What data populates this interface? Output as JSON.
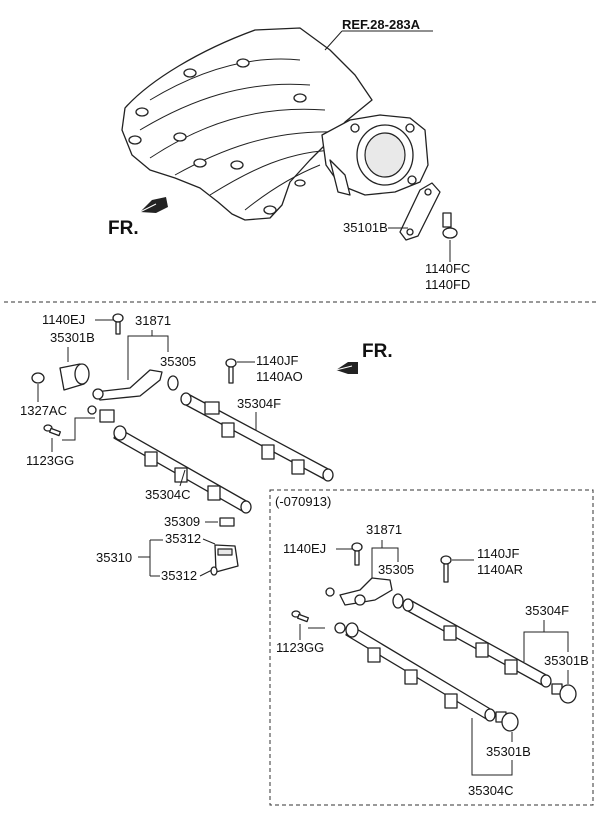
{
  "diagram": {
    "ref_label": "REF.28-283A",
    "fr_label": "FR.",
    "divider": "dashed",
    "inset_note": "(-070913)",
    "top_section": {
      "bracket": "35101B",
      "bolt_a": "1140FC",
      "bolt_b": "1140FD"
    },
    "left_section": {
      "bolt_ej": "1140EJ",
      "pipe": "31871",
      "regulator": "35301B",
      "oring": "35305",
      "bolt_jf": "1140JF",
      "bolt_ao": "1140AO",
      "nut": "1327AC",
      "bolt_gg": "1123GG",
      "rail_f": "35304F",
      "rail_c": "35304C",
      "clip": "35309",
      "injector_assy": "35310",
      "injector_seal_top": "35312",
      "injector_seal_bottom": "35312"
    },
    "inset_section": {
      "bolt_ej": "1140EJ",
      "pipe": "31871",
      "oring": "35305",
      "bolt_jf": "1140JF",
      "bolt_ar": "1140AR",
      "bolt_gg": "1123GG",
      "rail_f": "35304F",
      "plug_f": "35301B",
      "plug_c": "35301B",
      "rail_c": "35304C"
    },
    "colors": {
      "line": "#222222",
      "text": "#111111",
      "fill_shade": "#e9e9e9"
    },
    "icons": [
      "front-arrow-icon"
    ]
  }
}
